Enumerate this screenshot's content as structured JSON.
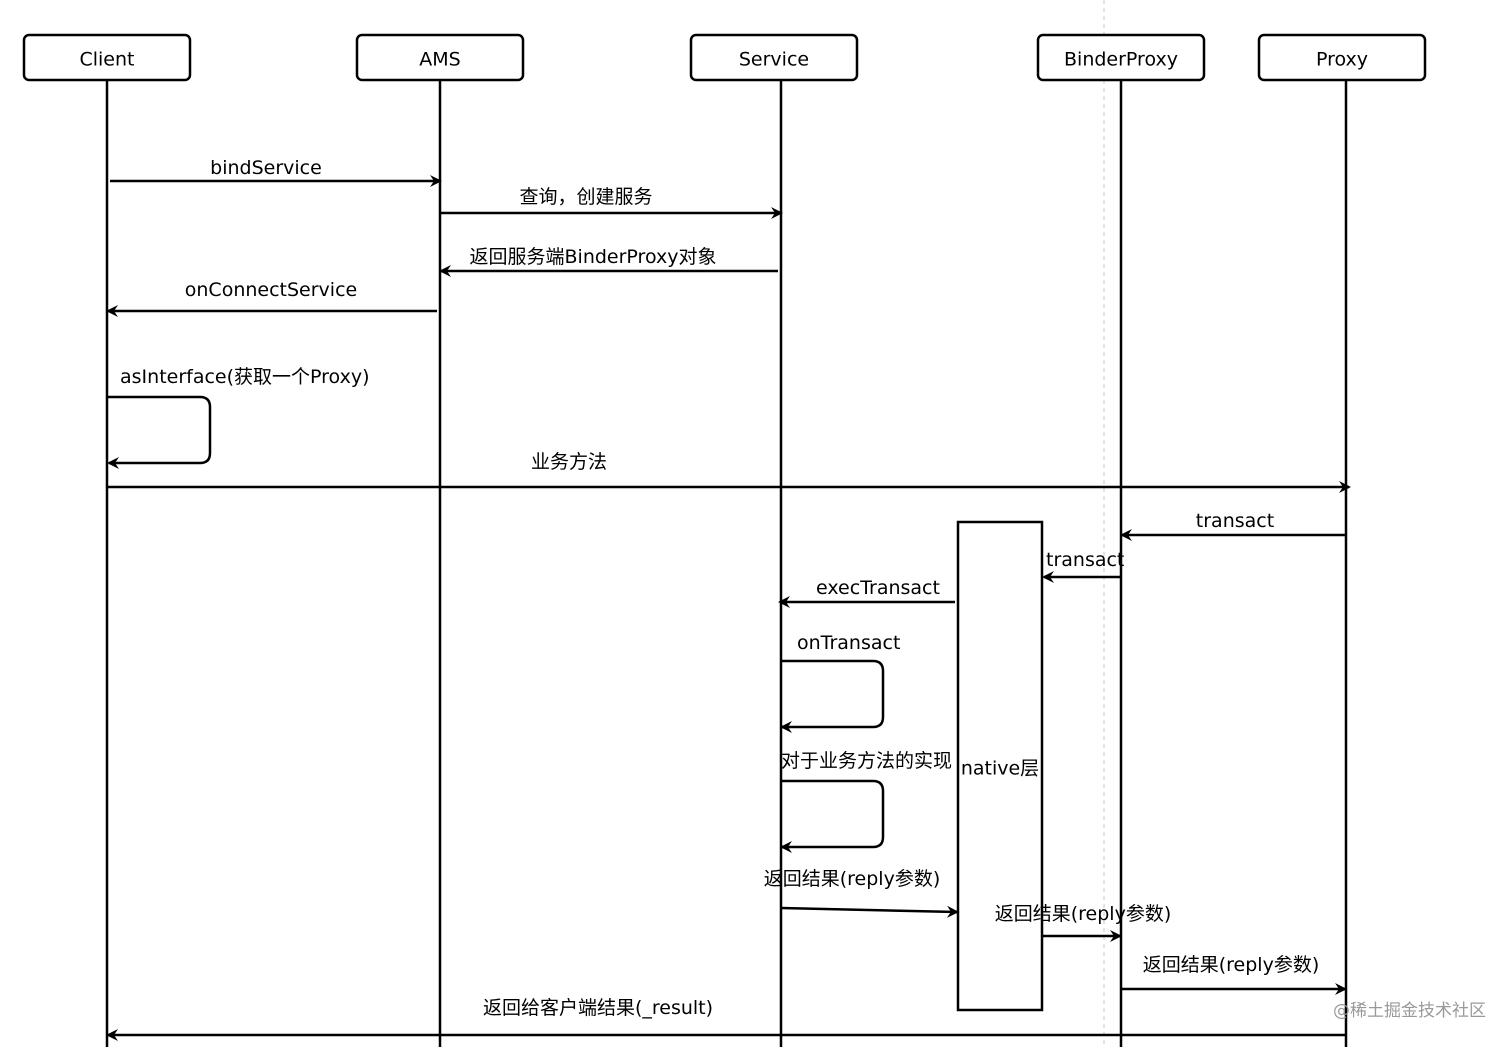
{
  "participants": {
    "client": "Client",
    "ams": "AMS",
    "service": "Service",
    "binderproxy": "BinderProxy",
    "proxy": "Proxy"
  },
  "messages": {
    "bind_service": "bindService",
    "query_create": "查询，创建服务",
    "return_binderproxy": "返回服务端BinderProxy对象",
    "on_connect_service": "onConnectService",
    "as_interface": "asInterface(获取一个Proxy)",
    "business_method": "业务方法",
    "transact_proxy": "transact",
    "transact_binderproxy": "transact",
    "exec_transact": "execTransact",
    "on_transact": "onTransact",
    "business_impl": "对于业务方法的实现",
    "return_reply_service": "返回结果(reply参数)",
    "return_reply_native": "返回结果(reply参数)",
    "return_reply_binderproxy": "返回结果(reply参数)",
    "return_result_client": "返回给客户端结果(_result)"
  },
  "native_layer": "native层",
  "watermark": "@稀土掘金技术社区"
}
